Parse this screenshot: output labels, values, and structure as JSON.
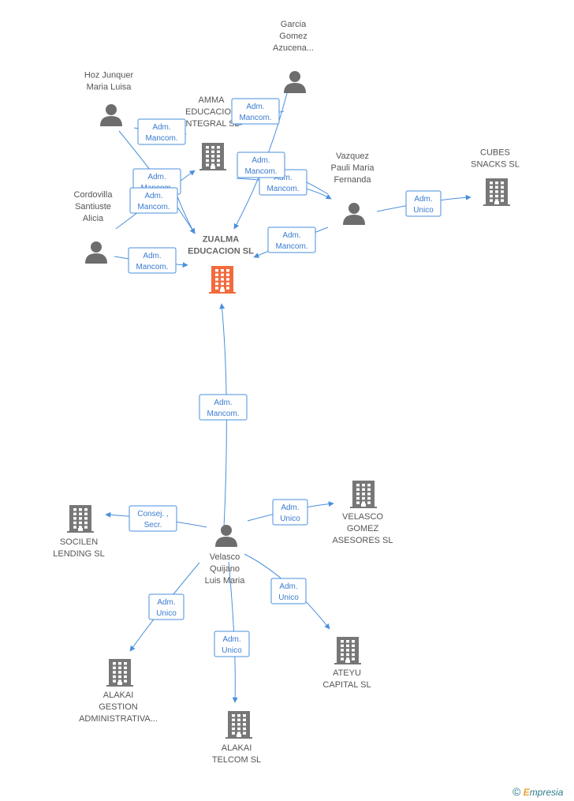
{
  "diagram": {
    "nodes": [
      {
        "id": "zualma",
        "type": "company",
        "main": true,
        "lines": [
          "ZUALMA",
          "EDUCACION SL"
        ]
      },
      {
        "id": "amma",
        "type": "company",
        "lines": [
          "AMMA",
          "EDUCACION",
          "INTEGRAL SL"
        ]
      },
      {
        "id": "cubes",
        "type": "company",
        "lines": [
          "CUBES",
          "SNACKS SL"
        ]
      },
      {
        "id": "velasco_gomez",
        "type": "company",
        "lines": [
          "VELASCO",
          "GOMEZ",
          "ASESORES SL"
        ]
      },
      {
        "id": "socilen",
        "type": "company",
        "lines": [
          "SOCILEN",
          "LENDING SL"
        ]
      },
      {
        "id": "alakai_gestion",
        "type": "company",
        "lines": [
          "ALAKAI",
          "GESTION",
          "ADMINISTRATIVA..."
        ]
      },
      {
        "id": "alakai_telcom",
        "type": "company",
        "lines": [
          "ALAKAI",
          "TELCOM SL"
        ]
      },
      {
        "id": "ateyu",
        "type": "company",
        "lines": [
          "ATEYU",
          "CAPITAL SL"
        ]
      },
      {
        "id": "garcia",
        "type": "person",
        "lines": [
          "Garcia",
          "Gomez",
          "Azucena..."
        ]
      },
      {
        "id": "hoz",
        "type": "person",
        "lines": [
          "Hoz Junquer",
          "Maria Luisa"
        ]
      },
      {
        "id": "cordovilla",
        "type": "person",
        "lines": [
          "Cordovilla",
          "Santiuste",
          "Alicia"
        ]
      },
      {
        "id": "vazquez",
        "type": "person",
        "lines": [
          "Vazquez",
          "Pauli Maria",
          "Fernanda"
        ]
      },
      {
        "id": "velasco_quijano",
        "type": "person",
        "lines": [
          "Velasco",
          "Quijano",
          "Luis Maria"
        ]
      }
    ],
    "relations": [
      {
        "id": "r1",
        "lines": [
          "Adm.",
          "Mancom."
        ]
      },
      {
        "id": "r2",
        "lines": [
          "Adm.",
          "Mancom."
        ]
      },
      {
        "id": "r3",
        "lines": [
          "Adm.",
          "Mancom."
        ]
      },
      {
        "id": "r4",
        "lines": [
          "Adm.",
          "Mancom."
        ]
      },
      {
        "id": "r5",
        "lines": [
          "Adm.",
          "Mancom."
        ]
      },
      {
        "id": "r6",
        "lines": [
          "Adm.",
          "Mancom."
        ]
      },
      {
        "id": "r7",
        "lines": [
          "Adm.",
          "Mancom."
        ]
      },
      {
        "id": "r8",
        "lines": [
          "Adm.",
          "Mancom."
        ]
      },
      {
        "id": "r9",
        "lines": [
          "Adm.",
          "Unico"
        ]
      },
      {
        "id": "r10",
        "lines": [
          "Adm.",
          "Mancom."
        ]
      },
      {
        "id": "r11",
        "lines": [
          "Adm.",
          "Unico"
        ]
      },
      {
        "id": "r12",
        "lines": [
          "Consej. ,",
          "Secr."
        ]
      },
      {
        "id": "r13",
        "lines": [
          "Adm.",
          "Unico"
        ]
      },
      {
        "id": "r14",
        "lines": [
          "Adm.",
          "Unico"
        ]
      },
      {
        "id": "r15",
        "lines": [
          "Adm.",
          "Unico"
        ]
      }
    ]
  },
  "brand": {
    "copyright": "©",
    "initial": "E",
    "name": "mpresia"
  },
  "colors": {
    "main_company": "#f26a3d",
    "company": "#777777",
    "person": "#6d6d6d",
    "edge": "#4a8fdc"
  }
}
